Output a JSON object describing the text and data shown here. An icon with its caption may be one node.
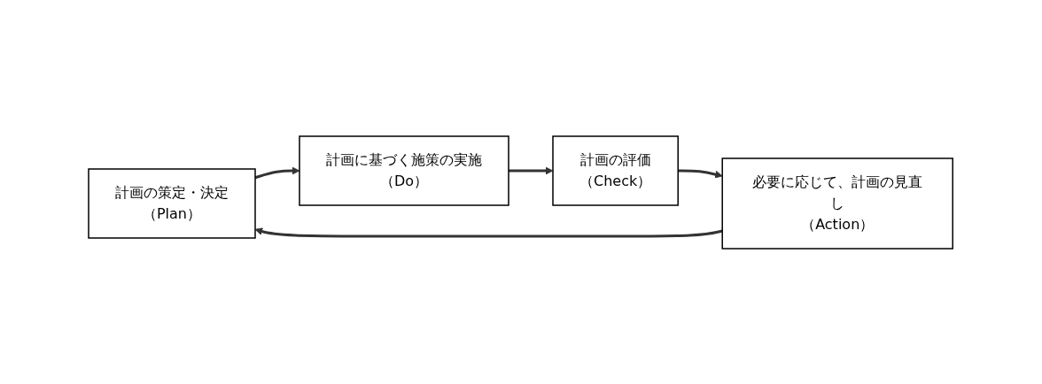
{
  "diagram": {
    "nodes": [
      {
        "text": [
          "計画の策定・決定",
          "（Plan）"
        ]
      },
      {
        "text": [
          "計画に基づく施策の実施",
          "（Do）"
        ]
      },
      {
        "text": [
          "計画の評価",
          "（Check）"
        ]
      },
      {
        "text": [
          "必要に応じて、計画の見直し",
          "（Action）"
        ]
      }
    ],
    "edges": [
      {
        "from": 0,
        "to": 1,
        "arrow": "to"
      },
      {
        "from": 1,
        "to": 2,
        "arrow": "to"
      },
      {
        "from": 2,
        "to": 3,
        "arrow": "to"
      },
      {
        "from": 3,
        "to": 0,
        "arrow": "to"
      }
    ]
  }
}
